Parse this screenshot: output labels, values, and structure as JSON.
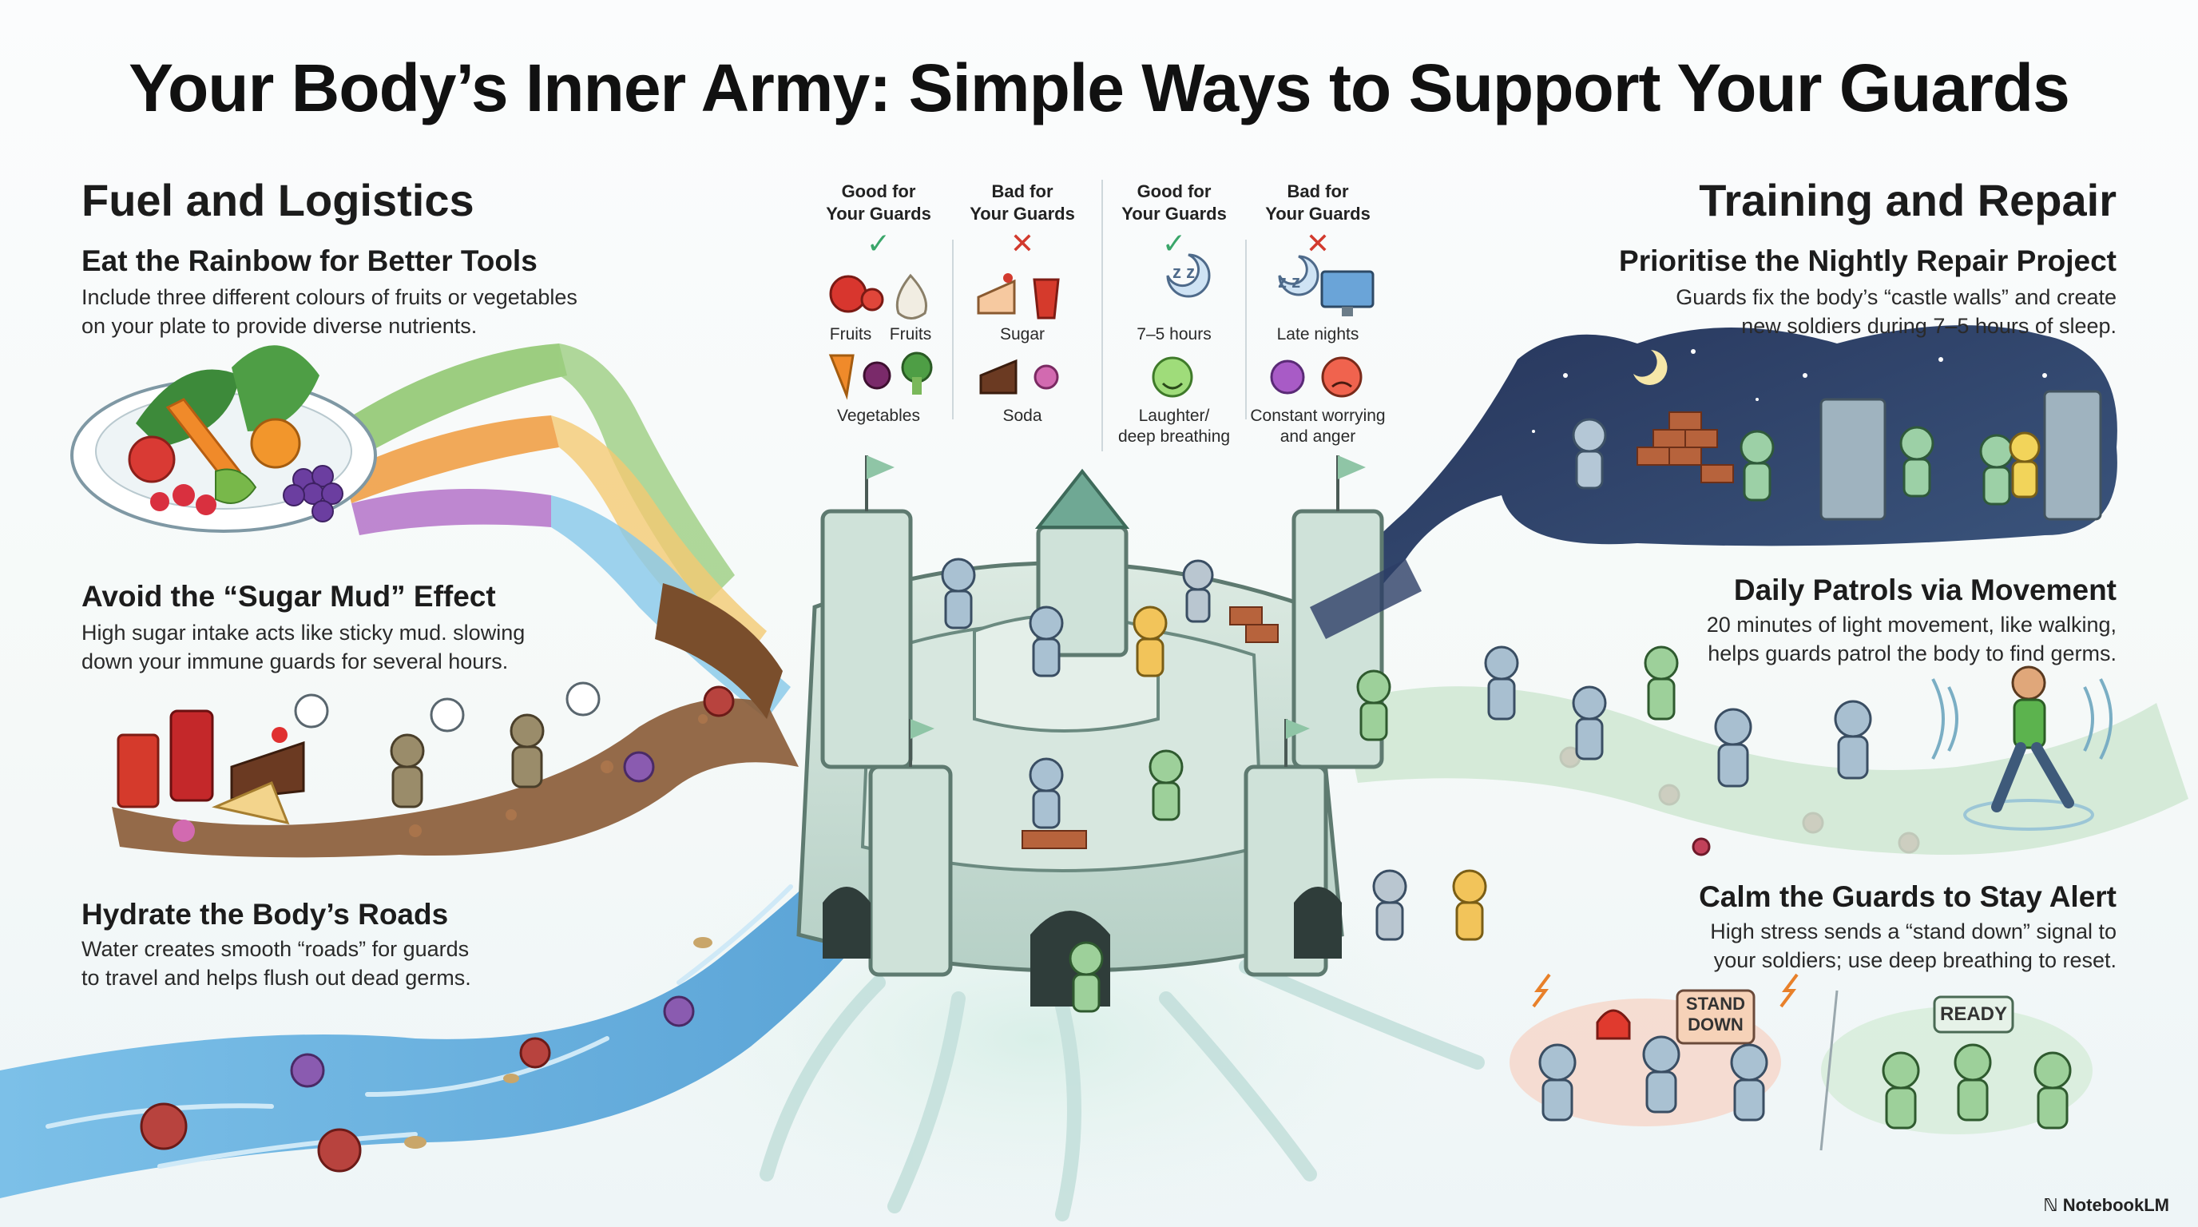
{
  "title": "Your Body’s Inner Army: Simple Ways to Support Your Guards",
  "left": {
    "heading": "Fuel and Logistics",
    "items": [
      {
        "heading": "Eat the Rainbow for Better Tools",
        "text_lines": [
          "Include three different colours of fruits or vegetables",
          "on your plate to provide diverse nutrients."
        ]
      },
      {
        "heading": "Avoid the “Sugar Mud” Effect",
        "text_lines": [
          "High sugar intake acts like sticky mud. slowing",
          "down your immune guards for several hours."
        ]
      },
      {
        "heading": "Hydrate the Body’s Roads",
        "text_lines": [
          "Water creates smooth “roads” for guards",
          "to travel and helps flush out dead germs."
        ]
      }
    ]
  },
  "right": {
    "heading": "Training and Repair",
    "items": [
      {
        "heading": "Prioritise the Nightly Repair Project",
        "text_lines": [
          "Guards fix the body’s “castle walls” and create",
          "new soldiers during 7–5 hours of sleep."
        ]
      },
      {
        "heading": "Daily Patrols via Movement",
        "text_lines": [
          "20 minutes of light movement, like walking,",
          "helps guards patrol the body to find germs."
        ]
      },
      {
        "heading": "Calm the Guards to Stay Alert",
        "text_lines": [
          "High stress sends a “stand down” signal to",
          "your soldiers; use deep breathing to reset."
        ]
      }
    ]
  },
  "chart_table": {
    "columns": [
      {
        "header_lines": [
          "Good for",
          "Your Guards"
        ],
        "mark": "✓",
        "labels": [
          "Fruits",
          "Fruits",
          "Vegetables"
        ]
      },
      {
        "header_lines": [
          "Bad for",
          "Your Guards"
        ],
        "mark": "✕",
        "labels": [
          "Sugar",
          "Soda"
        ]
      },
      {
        "header_lines": [
          "Good for",
          "Your Guards"
        ],
        "mark": "✓",
        "labels": [
          "7–5 hours",
          "Laughter/",
          "deep breathing"
        ]
      },
      {
        "header_lines": [
          "Bad for",
          "Your Guards"
        ],
        "mark": "✕",
        "labels": [
          "Late nights",
          "Constant worrying",
          "and anger"
        ]
      }
    ]
  },
  "signs": {
    "stand_down_lines": [
      "STAND",
      "DOWN"
    ],
    "ready": "READY",
    "zz": "z z"
  },
  "brand": "NotebookLM",
  "icons": [
    "apple-icon",
    "garlic-icon",
    "cake-icon",
    "soda-cup-icon",
    "carrot-icon",
    "beet-icon",
    "broccoli-icon",
    "candy-icon",
    "moon-sleep-icon",
    "monitor-icon",
    "laughing-face-icon",
    "germ-icon",
    "angry-face-icon",
    "clock-icon",
    "castle-icon",
    "walker-icon"
  ],
  "colors": {
    "good": "#3aa66a",
    "bad": "#d23a2e",
    "rainbow_green": "#8cc56a",
    "rainbow_orange": "#f09a3c",
    "rainbow_purple": "#b472c8",
    "rainbow_blue": "#79c2e6",
    "mud": "#8a5a35",
    "river": "#5fa9d8",
    "night": "#2d3e66"
  }
}
